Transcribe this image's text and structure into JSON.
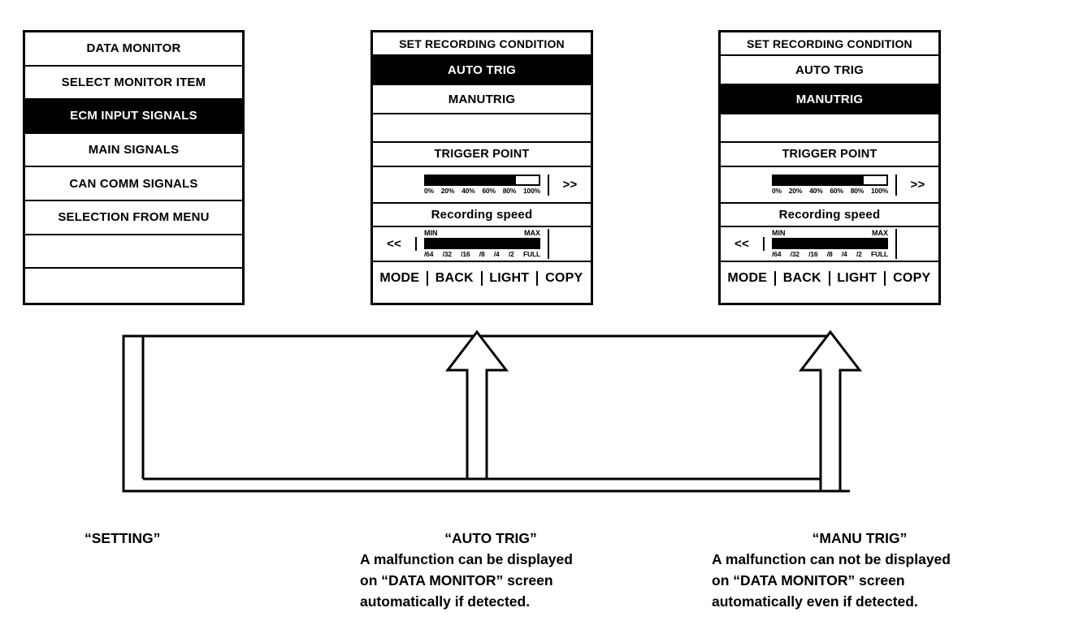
{
  "menu_panel": {
    "name": "data-monitor-menu",
    "rows": [
      {
        "label": "DATA MONITOR",
        "selected": false
      },
      {
        "label": "SELECT MONITOR ITEM",
        "selected": false
      },
      {
        "label": "ECM INPUT SIGNALS",
        "selected": true
      },
      {
        "label": "MAIN SIGNALS",
        "selected": false
      },
      {
        "label": "CAN COMM SIGNALS",
        "selected": false
      },
      {
        "label": "SELECTION FROM MENU",
        "selected": false
      },
      {
        "label": "",
        "selected": false
      },
      {
        "label": "",
        "selected": false
      }
    ]
  },
  "recorder_auto": {
    "title": "SET RECORDING CONDITION",
    "auto_trig": "AUTO TRIG",
    "manu_trig": "MANUTRIG",
    "auto_selected": true,
    "manu_selected": false,
    "blank": "",
    "trigger_point_label": "TRIGGER POINT",
    "trigger_point_percent": 80,
    "trigger_scale": [
      "0%",
      "20%",
      "40%",
      "60%",
      "80%",
      "100%"
    ],
    "next_label": ">>",
    "recording_speed_label": "Recording speed",
    "recording_speed_percent": 100,
    "speed_min_label": "MIN",
    "speed_max_label": "MAX",
    "speed_scale": [
      "/64",
      "/32",
      "/16",
      "/8",
      "/4",
      "/2",
      "FULL"
    ],
    "prev_label": "<<",
    "keys": [
      "MODE",
      "BACK",
      "LIGHT",
      "COPY"
    ]
  },
  "recorder_manu": {
    "title": "SET RECORDING CONDITION",
    "auto_trig": "AUTO TRIG",
    "manu_trig": "MANUTRIG",
    "auto_selected": false,
    "manu_selected": true,
    "blank": "",
    "trigger_point_label": "TRIGGER POINT",
    "trigger_point_percent": 80,
    "trigger_scale": [
      "0%",
      "20%",
      "40%",
      "60%",
      "80%",
      "100%"
    ],
    "next_label": ">>",
    "recording_speed_label": "Recording speed",
    "recording_speed_percent": 100,
    "speed_min_label": "MIN",
    "speed_max_label": "MAX",
    "speed_scale": [
      "/64",
      "/32",
      "/16",
      "/8",
      "/4",
      "/2",
      "FULL"
    ],
    "prev_label": "<<",
    "keys": [
      "MODE",
      "BACK",
      "LIGHT",
      "COPY"
    ]
  },
  "captions": {
    "setting": {
      "header": "“SETTING”",
      "lines": []
    },
    "auto": {
      "header": "“AUTO TRIG”",
      "lines": [
        "A malfunction can be displayed",
        "on “DATA MONITOR” screen",
        "automatically if detected."
      ]
    },
    "manu": {
      "header": "“MANU TRIG”",
      "lines": [
        "A malfunction can not be displayed",
        "on “DATA MONITOR” screen",
        "automatically even if detected."
      ]
    }
  },
  "colors": {
    "ink": "#000000",
    "paper": "#ffffff",
    "highlight_bg": "#000000",
    "highlight_fg": "#ffffff"
  }
}
